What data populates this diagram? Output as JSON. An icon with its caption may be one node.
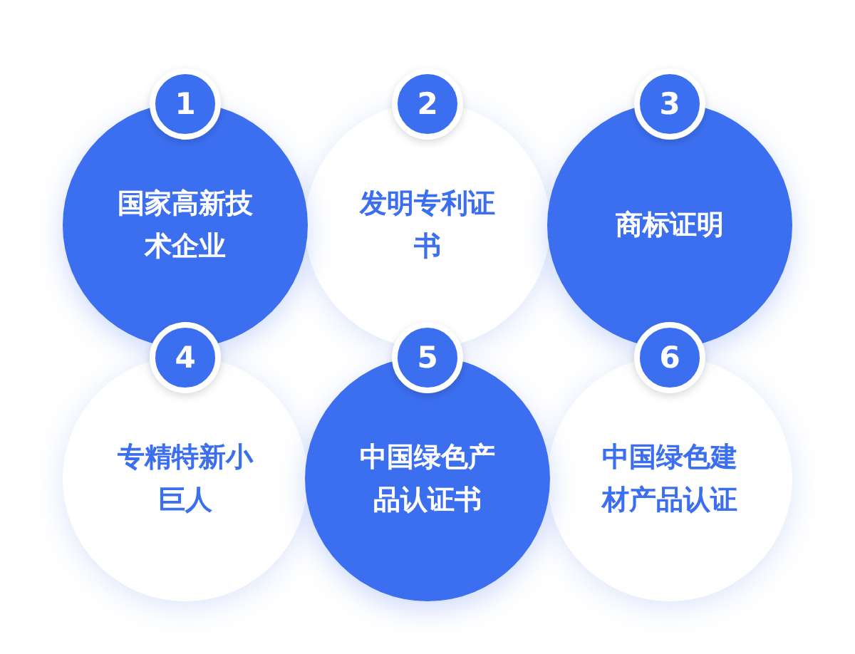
{
  "diagram": {
    "nodes": [
      {
        "text": [
          "1"
        ]
      },
      {
        "text": [
          "国家高新技术企业"
        ]
      },
      {
        "text": [
          "2"
        ]
      },
      {
        "text": [
          "发明专利证书"
        ]
      },
      {
        "text": [
          "3"
        ]
      },
      {
        "text": [
          "商标证明"
        ]
      },
      {
        "text": [
          "4"
        ]
      },
      {
        "text": [
          "专精特新小巨人"
        ]
      },
      {
        "text": [
          "5"
        ]
      },
      {
        "text": [
          "中国绿色产品认证书"
        ]
      },
      {
        "text": [
          "6"
        ]
      },
      {
        "text": [
          "中国绿色建材产品认证"
        ]
      }
    ]
  }
}
